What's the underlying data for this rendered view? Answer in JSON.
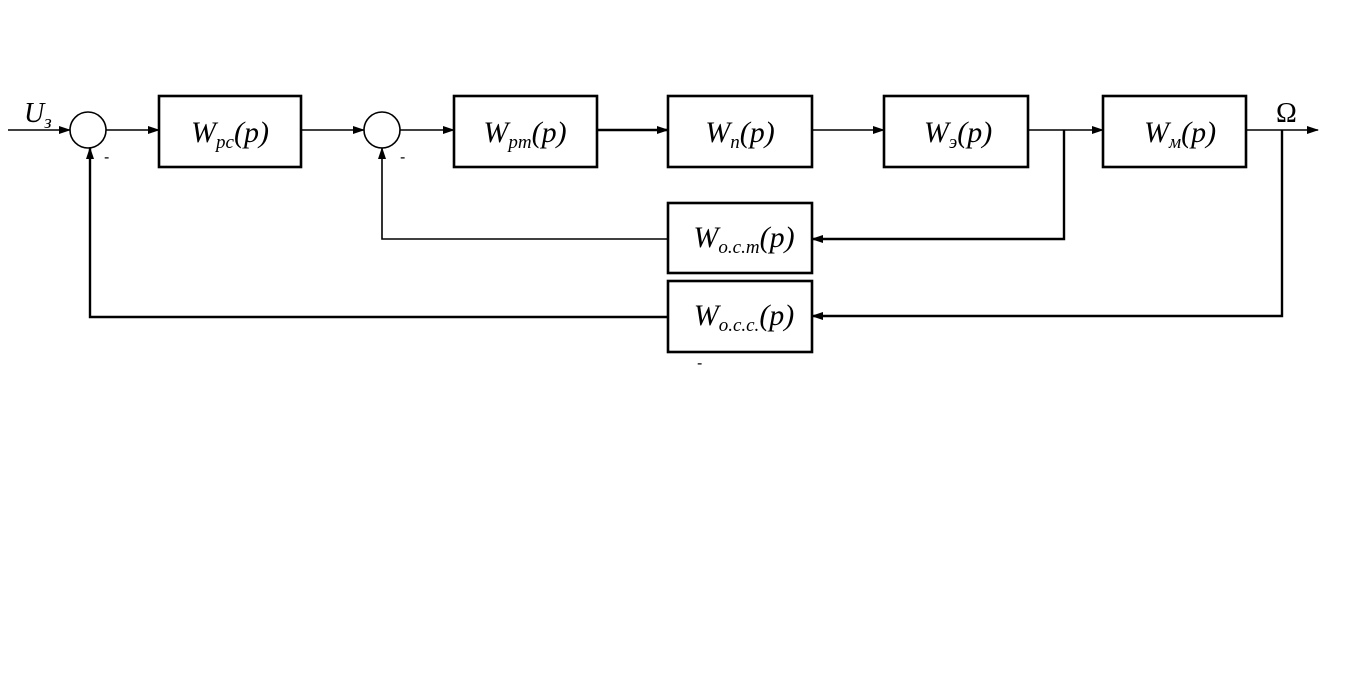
{
  "diagram": {
    "input_signal": {
      "main": "U",
      "sub": "з"
    },
    "output_signal": "Ω",
    "blocks": {
      "speed_regulator": {
        "main": "W",
        "sub": "pc",
        "arg": "(p)"
      },
      "current_regulator": {
        "main": "W",
        "sub": "pm",
        "arg": "(p)"
      },
      "converter": {
        "main": "W",
        "sub": "n",
        "arg": "(p)"
      },
      "electrical_part": {
        "main": "W",
        "sub": "э",
        "arg": "(p)"
      },
      "mechanical_part": {
        "main": "W",
        "sub": "м",
        "arg": "(p)"
      },
      "current_feedback": {
        "main": "W",
        "sub": "o.c.m",
        "arg": "(p)"
      },
      "speed_feedback": {
        "main": "W",
        "sub": "o.c.c.",
        "arg": "(p)"
      }
    },
    "minus_signs": [
      "-",
      "-",
      "-"
    ]
  }
}
